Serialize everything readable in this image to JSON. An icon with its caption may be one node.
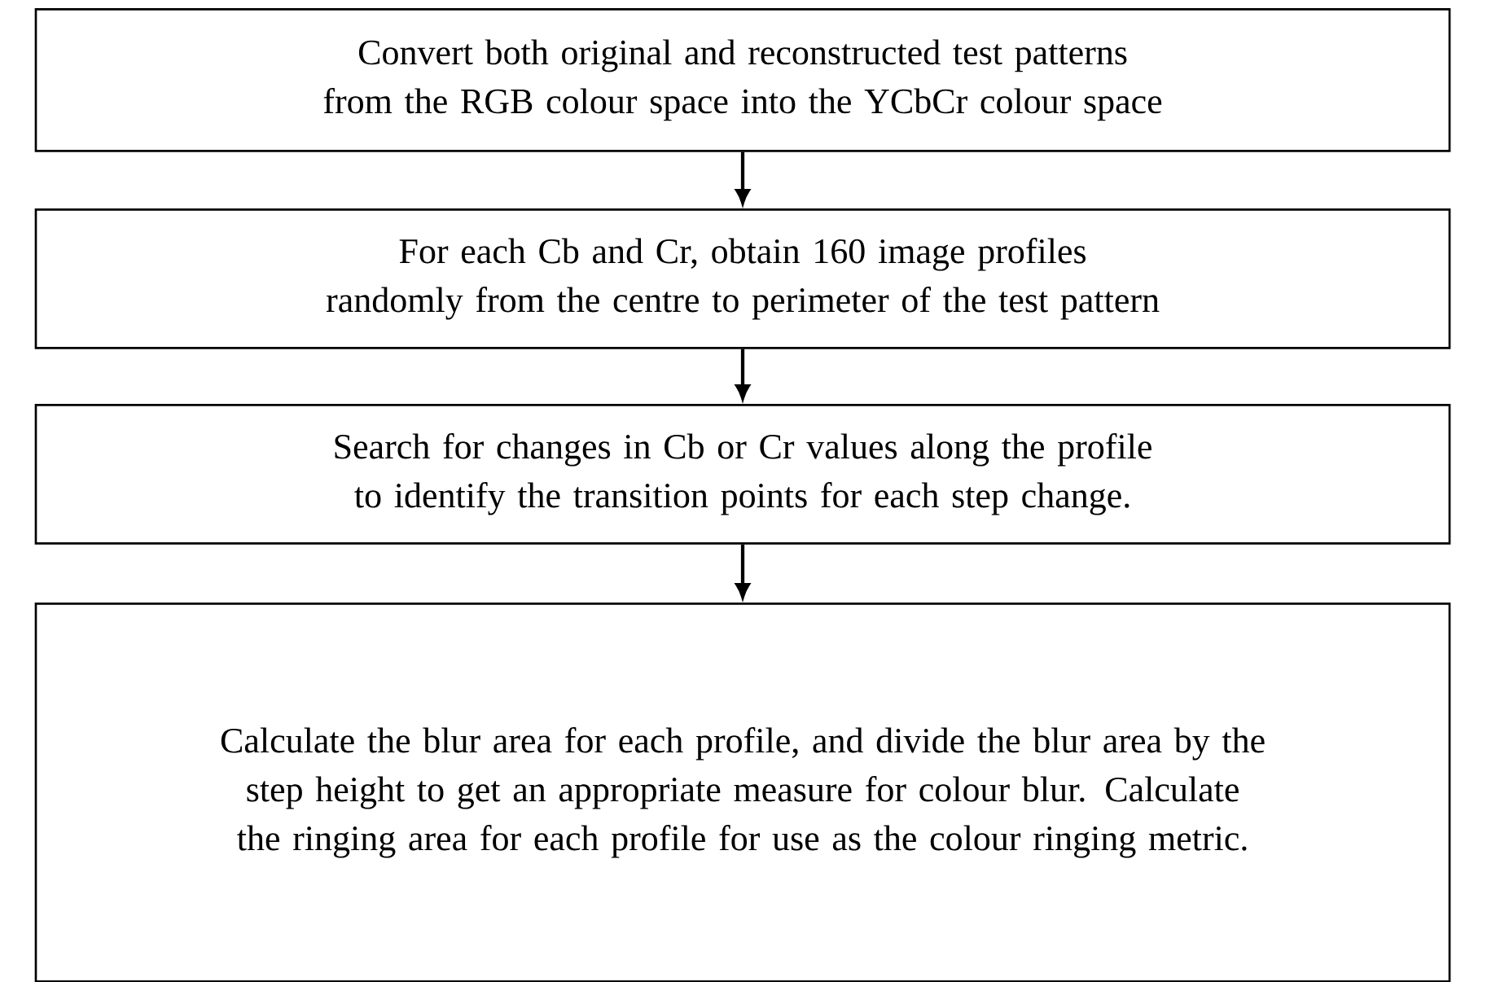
{
  "diagram": {
    "nodes": [
      {
        "text": [
          "Convert both original and reconstructed test patterns from the RGB colour space into the YCbCr colour space"
        ]
      },
      {
        "text": [
          "For each Cb and Cr, obtain 160 image profiles randomly from the centre to perimeter of the test pattern"
        ]
      },
      {
        "text": [
          "Search for changes in Cb or Cr values along the profile to identify the transition points for each step change."
        ]
      },
      {
        "text": [
          "Calculate the blur area for each profile, and divide the blur area by the step height to get an appropriate measure for colour blur. Calculate the ringing area for each profile for use as the colour ringing metric."
        ]
      }
    ],
    "edges": [
      {
        "from": 0,
        "to": 1,
        "arrow": "to"
      },
      {
        "from": 1,
        "to": 2,
        "arrow": "to"
      },
      {
        "from": 2,
        "to": 3,
        "arrow": "to"
      }
    ]
  }
}
